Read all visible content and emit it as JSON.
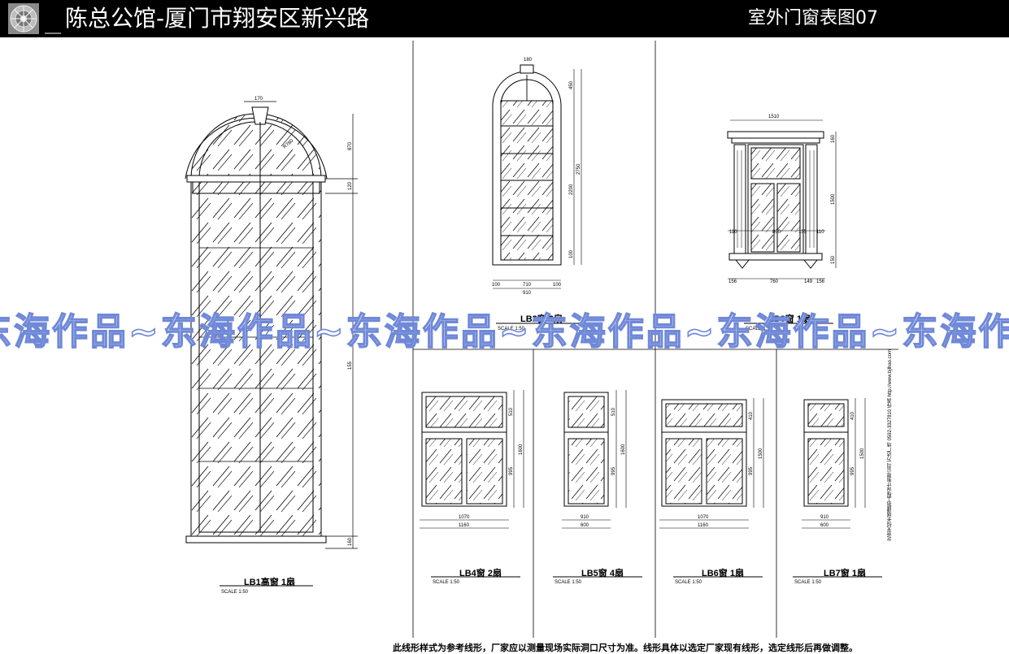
{
  "header": {
    "title": "陈总公馆-厦门市翔安区新兴路",
    "sheet_title": "室外门窗表图07"
  },
  "watermark": "东海作品~东海作品~东海作品~东海作品~东海作品~东海作",
  "note": "此线形样式为参考线形，厂家应以测量现场实际洞口尺寸为准。线形具体以选定厂家现有线形，选定线形后再做调整。",
  "side_text": "北京天恒长城建筑工程设计有限公司 万达广场 0592-3327810 传真 http://www.bjlhao.com",
  "windows": [
    {
      "id": "lb1",
      "label": "LB1高窗  1扇",
      "scale": "SCALE  1:50",
      "dims": {
        "top_width": "170",
        "radius": "R780",
        "arch": "870",
        "band": "120",
        "height": "155",
        "base": "160"
      }
    },
    {
      "id": "lb2",
      "label": "LB2窗  2扇",
      "scale": "SCALE  1:50",
      "dims": {
        "key": "180",
        "arch": "450",
        "total": "2750",
        "body": "2200",
        "sill": "100",
        "left": "100",
        "mid": "710",
        "right": "100",
        "width": "910"
      }
    },
    {
      "id": "lb3",
      "label": "LB3窗  1扇",
      "scale": "SCALE  1:50",
      "dims": {
        "top": "1510",
        "cornice": "160",
        "height": "1500",
        "base": "150",
        "a": "110",
        "b": "800",
        "c": "135",
        "d": "110",
        "w1": "156",
        "w2": "760",
        "w3": "149",
        "w4": "156"
      }
    },
    {
      "id": "lb4",
      "label": "LB4窗   2扇",
      "scale": "SCALE  1:50",
      "dims": {
        "top": "510",
        "total": "1600",
        "lower": "995",
        "inner": "1070",
        "outer": "1160"
      }
    },
    {
      "id": "lb5",
      "label": "LB5窗   4扇",
      "scale": "SCALE  1:50",
      "dims": {
        "top": "510",
        "total": "1600",
        "lower": "995",
        "inner": "910",
        "outer": "600"
      }
    },
    {
      "id": "lb6",
      "label": "LB6窗    1扇",
      "scale": "SCALE  1:50",
      "dims": {
        "top": "410",
        "total": "1500",
        "lower": "995",
        "inner": "1070",
        "outer": "1160"
      }
    },
    {
      "id": "lb7",
      "label": "LB7窗   1扇",
      "scale": "SCALE  1:50",
      "dims": {
        "top": "410",
        "total": "1500",
        "lower": "995",
        "inner": "910",
        "outer": "600"
      }
    }
  ]
}
